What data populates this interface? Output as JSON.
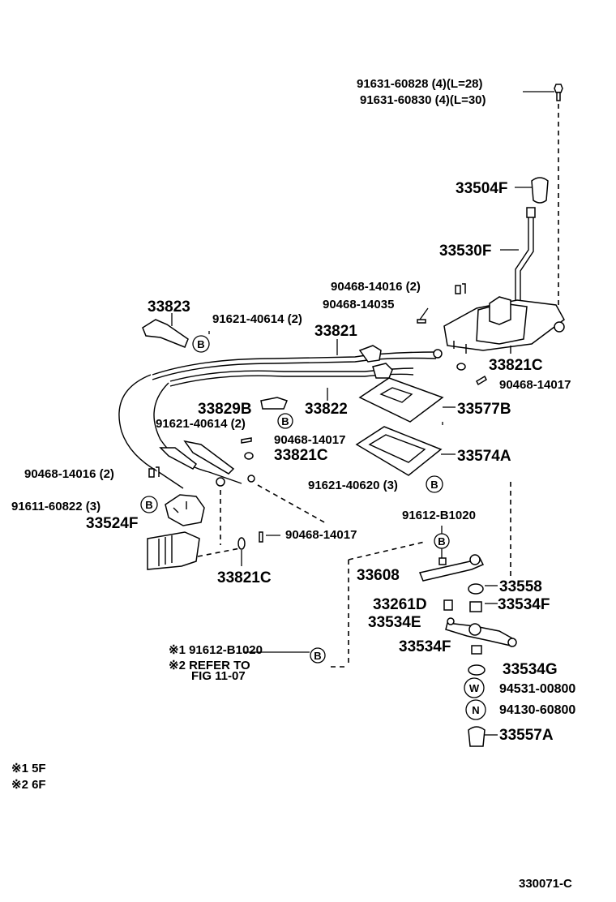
{
  "labels": {
    "p91631_60828": "91631-60828 (4)(L=28)",
    "p91631_60830": "91631-60830 (4)(L=30)",
    "p33504F": "33504F",
    "p33530F": "33530F",
    "p90468_14016_a": "90468-14016 (2)",
    "p90468_14035": "90468-14035",
    "p33823": "33823",
    "p91621_40614_a": "91621-40614 (2)",
    "p33821": "33821",
    "p33821C_a": "33821C",
    "p90468_14017_a": "90468-14017",
    "p33829B": "33829B",
    "p33822": "33822",
    "p33577B": "33577B",
    "p91621_40614_b": "91621-40614 (2)",
    "p90468_14017_b": "90468-14017",
    "p33821C_b": "33821C",
    "p33574A": "33574A",
    "p90468_14016_b": "90468-14016 (2)",
    "p91621_40620": "91621-40620 (3)",
    "p91611_60822": "91611-60822 (3)",
    "p33524F": "33524F",
    "p91612_B1020_a": "91612-B1020",
    "p90468_14017_c": "90468-14017",
    "p33821C_c": "33821C",
    "p33608": "33608",
    "p33558": "33558",
    "p33261D": "33261D",
    "p33534F_a": "33534F",
    "p33534E": "33534E",
    "p33534F_b": "33534F",
    "p91612_B1020_b": "※1 91612-B1020",
    "note_refer": "※2 REFER TO",
    "note_fig": "FIG 11-07",
    "p33534G": "33534G",
    "p94531_00800": "94531-00800",
    "p94130_60800": "94130-60800",
    "p33557A": "33557A",
    "footnote1": "※1  5F",
    "footnote2": "※2  6F",
    "diagram_id": "330071-C"
  },
  "symbols": {
    "B": "B",
    "W": "W",
    "N": "N"
  },
  "colors": {
    "ink": "#000000",
    "paper": "#ffffff"
  }
}
